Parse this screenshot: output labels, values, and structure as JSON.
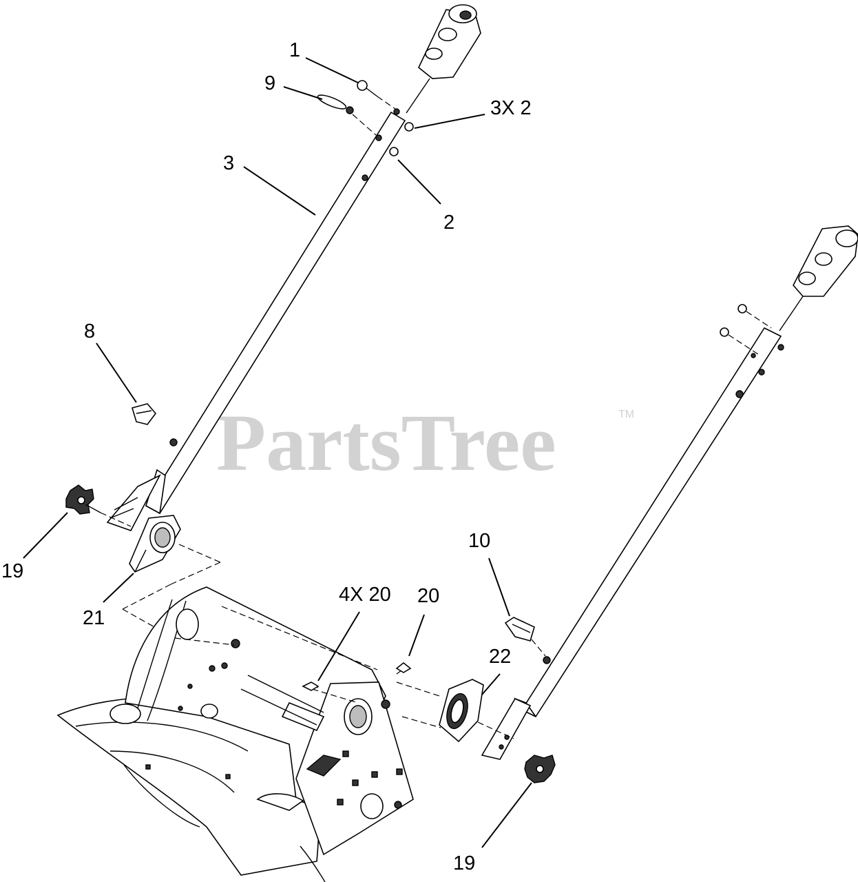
{
  "watermark": {
    "text": "PartsTree",
    "trademark": "TM",
    "color": "#d2d2d2"
  },
  "callouts": [
    {
      "id": "c1",
      "label": "1"
    },
    {
      "id": "c9",
      "label": "9"
    },
    {
      "id": "c3x2",
      "label": "3X 2"
    },
    {
      "id": "c3",
      "label": "3"
    },
    {
      "id": "c2",
      "label": "2"
    },
    {
      "id": "c8",
      "label": "8"
    },
    {
      "id": "c19a",
      "label": "19"
    },
    {
      "id": "c21",
      "label": "21"
    },
    {
      "id": "c10",
      "label": "10"
    },
    {
      "id": "c4x20",
      "label": "4X 20"
    },
    {
      "id": "c20",
      "label": "20"
    },
    {
      "id": "c22",
      "label": "22"
    },
    {
      "id": "c19b",
      "label": "19"
    }
  ],
  "colors": {
    "line": "#000000",
    "background": "#ffffff",
    "part_shade": "#bdbdbd",
    "part_dark": "#333333"
  }
}
